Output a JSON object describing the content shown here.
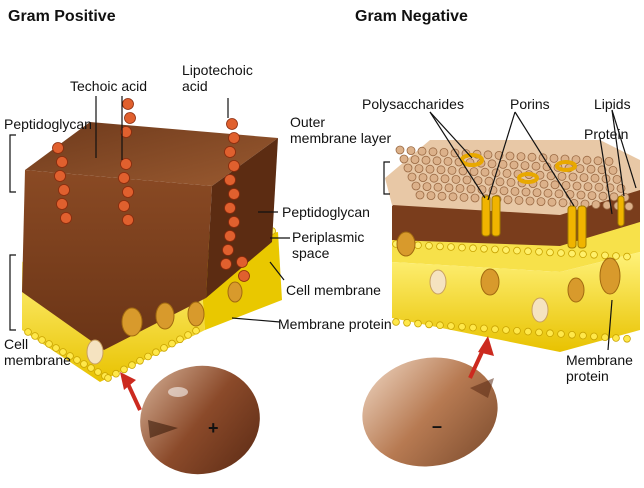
{
  "titles": {
    "positive": "Gram Positive",
    "negative": "Gram Negative"
  },
  "positive_labels": {
    "techoic": "Techoic acid",
    "lipotechoic_1": "Lipotechoic",
    "lipotechoic_2": "acid",
    "peptidoglycan_left": "Peptidoglycan",
    "peptidoglycan_right": "Peptidoglycan",
    "periplasmic_1": "Periplasmic",
    "periplasmic_2": "space",
    "cell_membrane_right": "Cell membrane",
    "membrane_protein": "Membrane protein",
    "cell_membrane_left_1": "Cell",
    "cell_membrane_left_2": "membrane"
  },
  "negative_labels": {
    "outer_1": "Outer",
    "outer_2": "membrane layer",
    "polysaccharides": "Polysaccharides",
    "porins": "Porins",
    "lipids": "Lipids",
    "protein": "Protein",
    "membrane_protein_1": "Membrane",
    "membrane_protein_2": "protein"
  },
  "cells": {
    "positive_symbol": "+",
    "negative_symbol": "–"
  },
  "colors": {
    "peptidoglycan": "#7a3d1c",
    "membrane": "#f5d400",
    "bead": "#d9562a",
    "porin": "#f0b400",
    "outer_bead": "#d6a57a",
    "cell_pos": "#8b4a2a",
    "cell_neg": "#b77a52",
    "arrow": "#cc2a1f"
  }
}
